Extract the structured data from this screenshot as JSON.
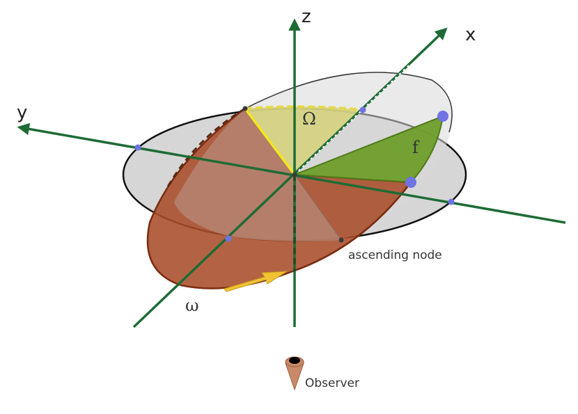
{
  "axes": {
    "x_label": "x",
    "y_label": "y",
    "z_label": "z"
  },
  "angles": {
    "longitude_ascending_node": "Ω",
    "true_anomaly": "f",
    "argument_periapsis": "ω"
  },
  "labels": {
    "ascending_node": "ascending node",
    "observer": "Observer"
  },
  "colors": {
    "axis": "#1e6b35",
    "reference_plane": "#c8c8c8",
    "orbit": "#a84d2a",
    "true_anomaly_sector": "#6e9e2a",
    "node_line": "#f2e81c",
    "points": "#6f73e3",
    "direction_arrow": "#f1c232"
  }
}
